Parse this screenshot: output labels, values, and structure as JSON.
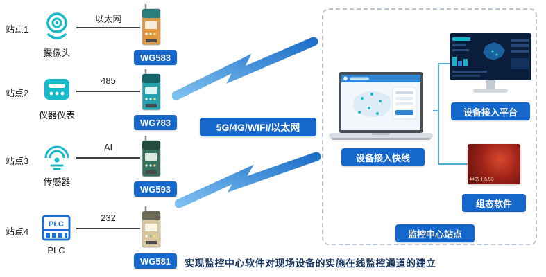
{
  "caption": "实现监控中心软件对现场设备的实施在线监控通道的建立",
  "network_label": "5G/4G/WIFI/以太网",
  "stations": [
    {
      "id": "站点1",
      "device_label": "摄像头",
      "link_label": "以太网",
      "gateway": "WG583"
    },
    {
      "id": "站点2",
      "device_label": "仪器仪表",
      "link_label": "485",
      "gateway": "WG783"
    },
    {
      "id": "站点3",
      "device_label": "传感器",
      "link_label": "AI",
      "gateway": "WG593"
    },
    {
      "id": "站点4",
      "device_label": "PLC",
      "link_label": "232",
      "gateway": "WG581",
      "icon_text": "PLC"
    }
  ],
  "monitoring_center": {
    "laptop_label": "设备接入快线",
    "monitor_label": "设备接入平台",
    "scada_label": "组态软件",
    "scada_image_text": "组态王6.53",
    "box_label": "监控中心站点"
  },
  "colors": {
    "chip_blue": "#1667cb",
    "icon_teal": "#17b8c8",
    "plc_blue": "#1a6fd4",
    "bolt_blue": "#2e7fd0",
    "caption_navy": "#18365f"
  }
}
